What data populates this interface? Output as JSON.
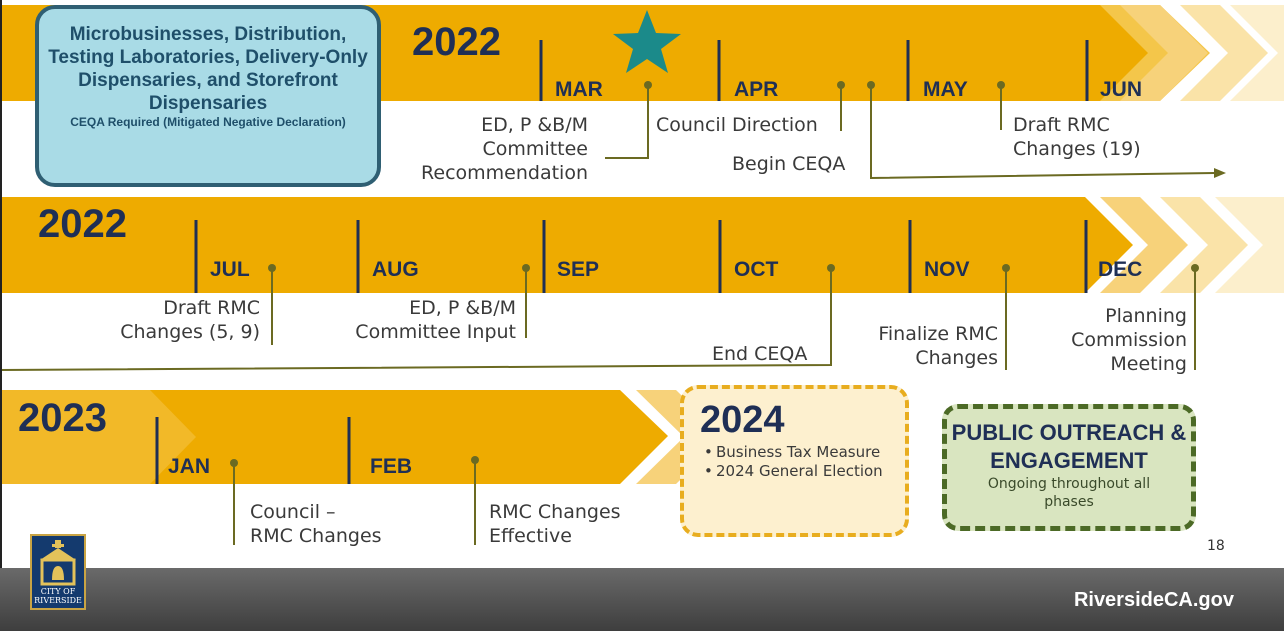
{
  "box_main": {
    "title": "Microbusinesses, Distribution, Testing Laboratories, Delivery-Only Dispensaries, and Storefront Dispensaries",
    "subtitle": "CEQA Required (Mitigated Negative Declaration)"
  },
  "years": {
    "row1": "2022",
    "row2": "2022",
    "row3": "2023"
  },
  "months": {
    "mar": "MAR",
    "apr": "APR",
    "may": "MAY",
    "jun": "JUN",
    "jul": "JUL",
    "aug": "AUG",
    "sep": "SEP",
    "oct": "OCT",
    "nov": "NOV",
    "dec": "DEC",
    "jan": "JAN",
    "feb": "FEB"
  },
  "events": {
    "edpbm_recommendation": [
      "ED, P &B/M",
      "Committee",
      "Recommendation"
    ],
    "council_direction": "Council Direction",
    "begin_ceqa": "Begin CEQA",
    "draft_rmc_19": [
      "Draft RMC",
      "Changes (19)"
    ],
    "draft_rmc_59": [
      "Draft RMC",
      "Changes (5, 9)"
    ],
    "edpbm_input": [
      "ED, P &B/M",
      "Committee Input"
    ],
    "end_ceqa": "End CEQA",
    "finalize_rmc": [
      "Finalize RMC",
      "Changes"
    ],
    "planning_commission": [
      "Planning",
      "Commission",
      "Meeting"
    ],
    "council_rmc": [
      "Council –",
      "RMC Changes"
    ],
    "rmc_effective": [
      "RMC Changes",
      "Effective"
    ]
  },
  "box_2024": {
    "year": "2024",
    "items": [
      "Business Tax Measure",
      "2024 General Election"
    ]
  },
  "box_public": {
    "title": "PUBLIC OUTREACH & ENGAGEMENT",
    "subtitle": "Ongoing throughout all phases"
  },
  "logo_text": "CITY OF RIVERSIDE",
  "page_number": "18",
  "footer_url": "RiversideCA.gov",
  "colors": {
    "band": "#eeab00",
    "band_light": "#fbe6ad",
    "navy": "#1f2f55",
    "olive": "#6b6a22",
    "teal_star": "#1b8a8a",
    "box_blue": "#a9dbe6"
  }
}
